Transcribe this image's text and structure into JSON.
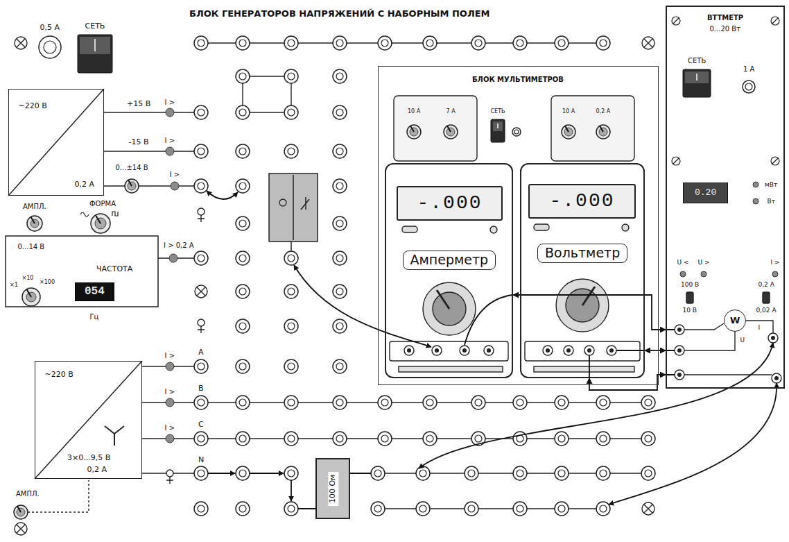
{
  "diagram": {
    "title": "БЛОК ГЕНЕРАТОРОВ НАПРЯЖЕНИЙ С НАБОРНЫМ ПОЛЕМ",
    "nodes": [
      {
        "text": [
          "~220 В",
          "0,2 А"
        ]
      },
      {
        "text": [
          "054"
        ]
      },
      {
        "text": [
          "~220 В",
          "3×0...9,5 В",
          "0,2 А"
        ]
      },
      {
        "text": [
          "100 Ом"
        ]
      },
      {
        "text": [
          "БЛОК МУЛЬТИМЕТРОВ"
        ]
      },
      {
        "text": [
          "Амперметр"
        ],
        "in": 4
      },
      {
        "text": [
          "-.000"
        ],
        "in": 5
      },
      {
        "text": [
          "Вольтметр"
        ],
        "in": 4
      },
      {
        "text": [
          "-.000"
        ],
        "in": 7
      },
      {
        "text": [
          "ВТТМЕТР",
          "0...20 Вт"
        ]
      },
      {
        "text": [
          "0.20"
        ],
        "in": 9
      },
      {
        "text": [
          "W"
        ],
        "in": 9
      }
    ],
    "edges": [
      {
        "from": 5,
        "to": 9,
        "arrow": "both"
      },
      {
        "from": 7,
        "to": 9,
        "arrow": "both"
      },
      {
        "from": 7,
        "to": 9,
        "arrow": "both"
      }
    ],
    "labels": [
      "0,5 А",
      "СЕТЬ",
      "+15 В",
      "I >",
      "-15 В",
      "I >",
      "0...±14 В",
      "I >",
      "АМПЛ.",
      "ФОРМА",
      "0...14 В",
      "I > 0,2 А",
      "×1",
      "×10",
      "×100",
      "ЧАСТОТА",
      "Гц",
      "I >",
      "A",
      "I >",
      "B",
      "I >",
      "C",
      "N",
      "АМПЛ.",
      "СЕТЬ",
      "10 A",
      "7 A",
      "10 A",
      "0,2 A",
      "СЕТЬ",
      "1 А",
      "мВт",
      "Вт",
      "U <",
      "U >",
      "I >",
      "100 В",
      "10 В",
      "0,2 А",
      "0,02 А",
      "I",
      "U"
    ]
  }
}
